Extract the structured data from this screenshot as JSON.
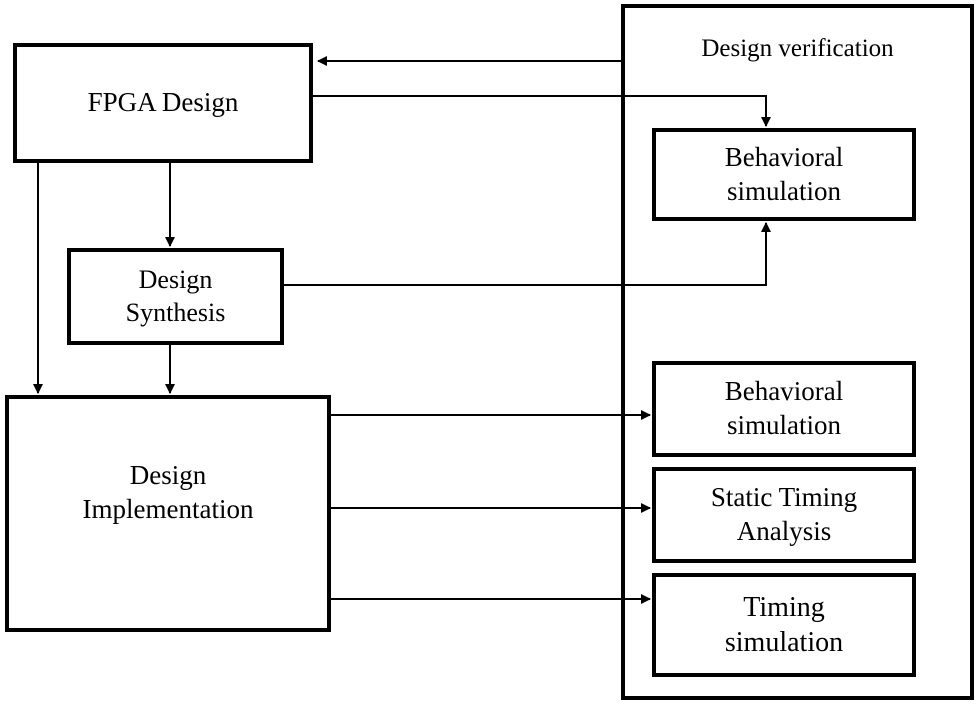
{
  "verification": {
    "title": "Design verification"
  },
  "fpga_design": {
    "label": "FPGA Design"
  },
  "synthesis": {
    "line1": "Design",
    "line2": "Synthesis"
  },
  "implementation": {
    "line1": "Design",
    "line2": "Implementation"
  },
  "behavioral_sim_top": {
    "line1": "Behavioral",
    "line2": "simulation"
  },
  "behavioral_sim_bottom": {
    "line1": "Behavioral",
    "line2": "simulation"
  },
  "static_timing": {
    "line1": "Static Timing",
    "line2": "Analysis"
  },
  "timing_sim": {
    "line1": "Timing",
    "line2": "simulation"
  }
}
